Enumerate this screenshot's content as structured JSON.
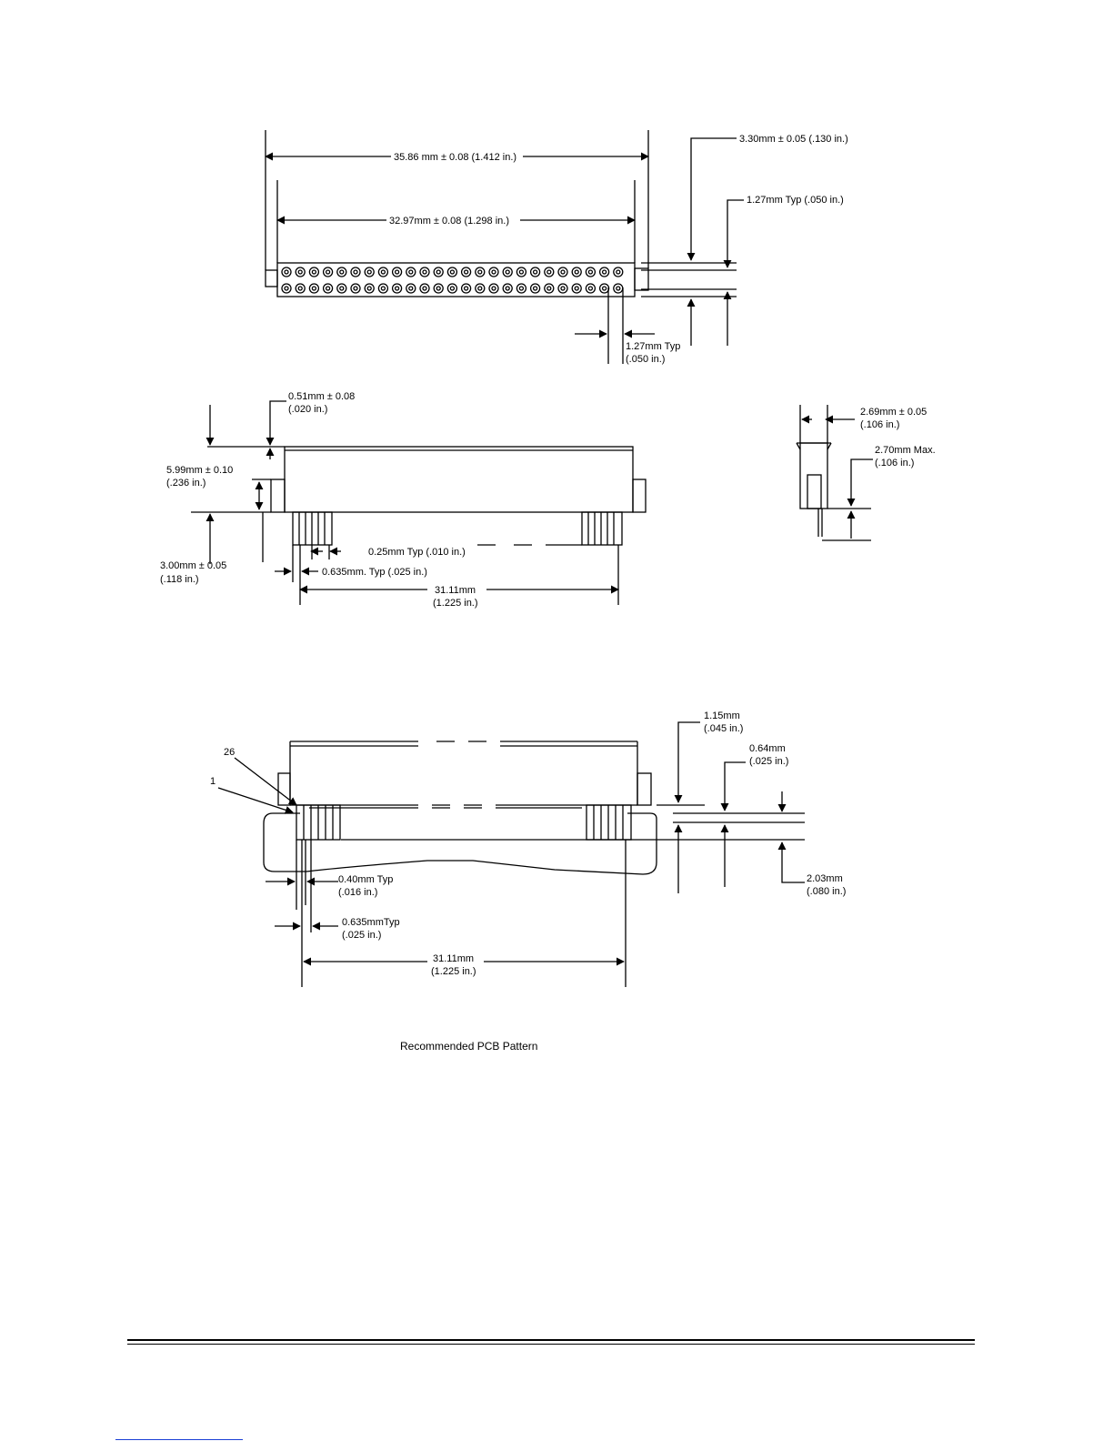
{
  "top_view": {
    "dim_overall": "35.86 mm ± 0.08 (1.412 in.)",
    "dim_pin_span": "32.97mm ± 0.08 (1.298 in.)",
    "dim_height": "3.30mm ± 0.05 (.130 in.)",
    "dim_row_pitch": "1.27mm Typ (.050 in.)",
    "dim_pin_pitch_mm": "1.27mm Typ",
    "dim_pin_pitch_in": "(.050 in.)"
  },
  "side_view": {
    "dim_top_mm": "0.51mm ± 0.08",
    "dim_top_in": "(.020 in.)",
    "dim_body_mm": "5.99mm ± 0.10",
    "dim_body_in": "(.236 in.)",
    "dim_leg_mm": "3.00mm ± 0.05",
    "dim_leg_in": "(.118 in.)",
    "dim_lead_width": "0.25mm Typ (.010 in.)",
    "dim_lead_pitch": "0.635mm. Typ (.025 in.)",
    "dim_span_mm": "31.11mm",
    "dim_span_in": "(1.225 in.)"
  },
  "end_view": {
    "dim_width_mm": "2.69mm ± 0.05",
    "dim_width_in": "(.106 in.)",
    "dim_max_mm": "2.70mm Max.",
    "dim_max_in": "(.106 in.)"
  },
  "pcb_view": {
    "label_pin26": "26",
    "label_pin1": "1",
    "dim_a_mm": "1.15mm",
    "dim_a_in": "(.045 in.)",
    "dim_b_mm": "0.64mm",
    "dim_b_in": "(.025 in.)",
    "dim_c_mm": "2.03mm",
    "dim_c_in": "(.080 in.)",
    "dim_pad_mm": "0.40mm Typ",
    "dim_pad_in": "(.016 in.)",
    "dim_pitch_mm": "0.635mmTyp",
    "dim_pitch_in": "(.025 in.)",
    "dim_span_mm": "31.11mm",
    "dim_span_in": "(1.225 in.)"
  },
  "caption": "Recommended PCB Pattern"
}
